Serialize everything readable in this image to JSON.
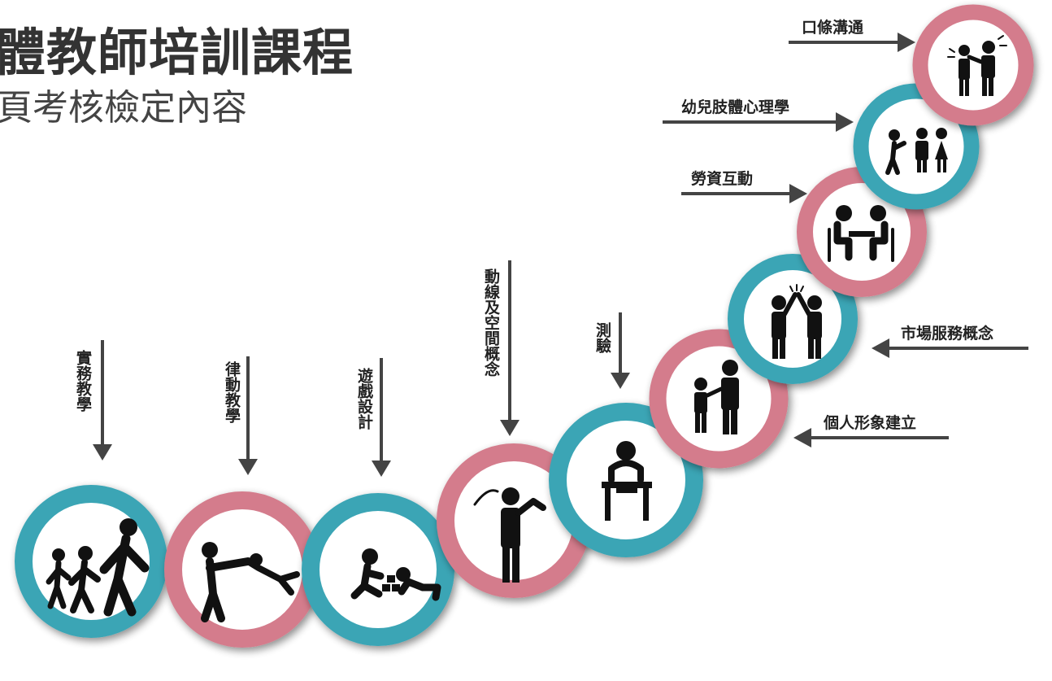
{
  "header": {
    "title": "體教師培訓課程",
    "subtitle": "頁考核檢定內容"
  },
  "colors": {
    "teal": "#3aa5b5",
    "pink": "#d47c8c",
    "figure": "#111111",
    "arrow": "#444444"
  },
  "steps": [
    {
      "label": "實務教學",
      "ring_color": "teal",
      "icon": "family-walking-icon"
    },
    {
      "label": "律動教學",
      "ring_color": "pink",
      "icon": "adult-swinging-child-icon"
    },
    {
      "label": "遊戲設計",
      "ring_color": "teal",
      "icon": "children-building-blocks-icon"
    },
    {
      "label": "動線及空間概念",
      "ring_color": "pink",
      "icon": "person-pointing-icon"
    },
    {
      "label": "測驗",
      "ring_color": "teal",
      "icon": "person-at-desk-icon"
    },
    {
      "label": "個人形象建立",
      "ring_color": "pink",
      "icon": "adult-with-child-icon"
    },
    {
      "label": "市場服務概念",
      "ring_color": "teal",
      "icon": "high-five-icon"
    },
    {
      "label": "勞資互動",
      "ring_color": "pink",
      "icon": "meeting-at-table-icon"
    },
    {
      "label": "幼兒肢體心理學",
      "ring_color": "teal",
      "icon": "group-of-people-icon"
    },
    {
      "label": "口條溝通",
      "ring_color": "pink",
      "icon": "people-talking-icon"
    }
  ]
}
